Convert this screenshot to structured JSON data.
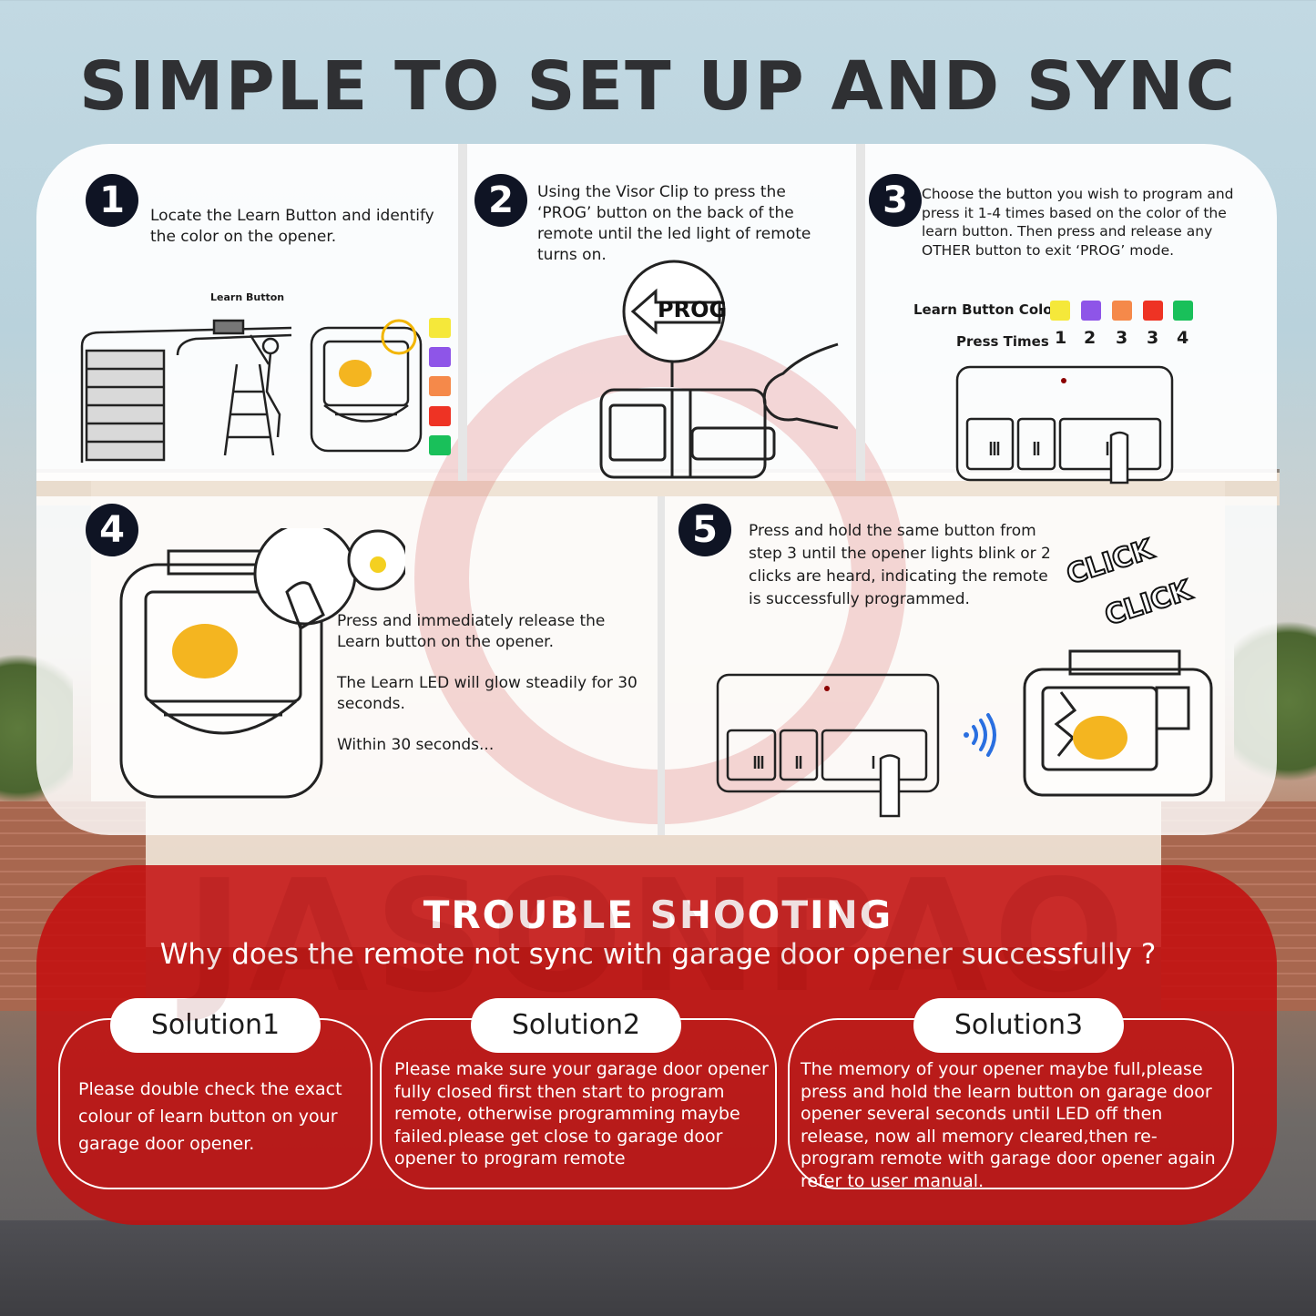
{
  "title": "SIMPLE TO SET UP AND SYNC",
  "steps": [
    {
      "num": "1",
      "text": "Locate the Learn Button and identify the color on the opener.",
      "callout": "Learn Button"
    },
    {
      "num": "2",
      "text": "Using the Visor Clip to press the ‘PROG’ button on the back of the remote until the led light of remote turns on.",
      "prog_label": "PROG"
    },
    {
      "num": "3",
      "text": "Choose the button you wish to program and press it 1-4 times based on the color of the learn button. Then press and release any OTHER button to exit ‘PROG’ mode.",
      "color_label": "Learn Button Color",
      "press_label": "Press Times",
      "press_counts": [
        "1",
        "2",
        "3",
        "3",
        "4"
      ]
    },
    {
      "num": "4",
      "lines": [
        "Press and immediately release the Learn button on the opener.",
        "The Learn LED will glow steadily for 30 seconds.",
        "Within 30 seconds..."
      ]
    },
    {
      "num": "5",
      "text": "Press and hold the same button from step 3 until the opener lights blink or 2 clicks are heard, indicating the remote is successfully programmed.",
      "click_label": "CLICK"
    }
  ],
  "learn_colors": [
    "#f5e83a",
    "#8e55e8",
    "#f5894a",
    "#ee3324",
    "#19c05a"
  ],
  "trouble": {
    "title": "TROUBLE SHOOTING",
    "question": "Why does the remote not sync with garage door opener successfully ?",
    "solutions": [
      {
        "label": "Solution1",
        "text": "Please double check the exact colour of learn button on your garage door opener."
      },
      {
        "label": "Solution2",
        "text": "Please make sure your garage door opener fully closed first then start to program remote, otherwise programming maybe failed.please get close to garage door opener to program remote"
      },
      {
        "label": "Solution3",
        "text": "The memory of your opener maybe full,please press and hold the learn button on garage door opener several seconds until LED off then release, now all memory cleared,then re-program remote with garage door opener again refer to user manual."
      }
    ]
  },
  "watermark": "JASONPAO"
}
